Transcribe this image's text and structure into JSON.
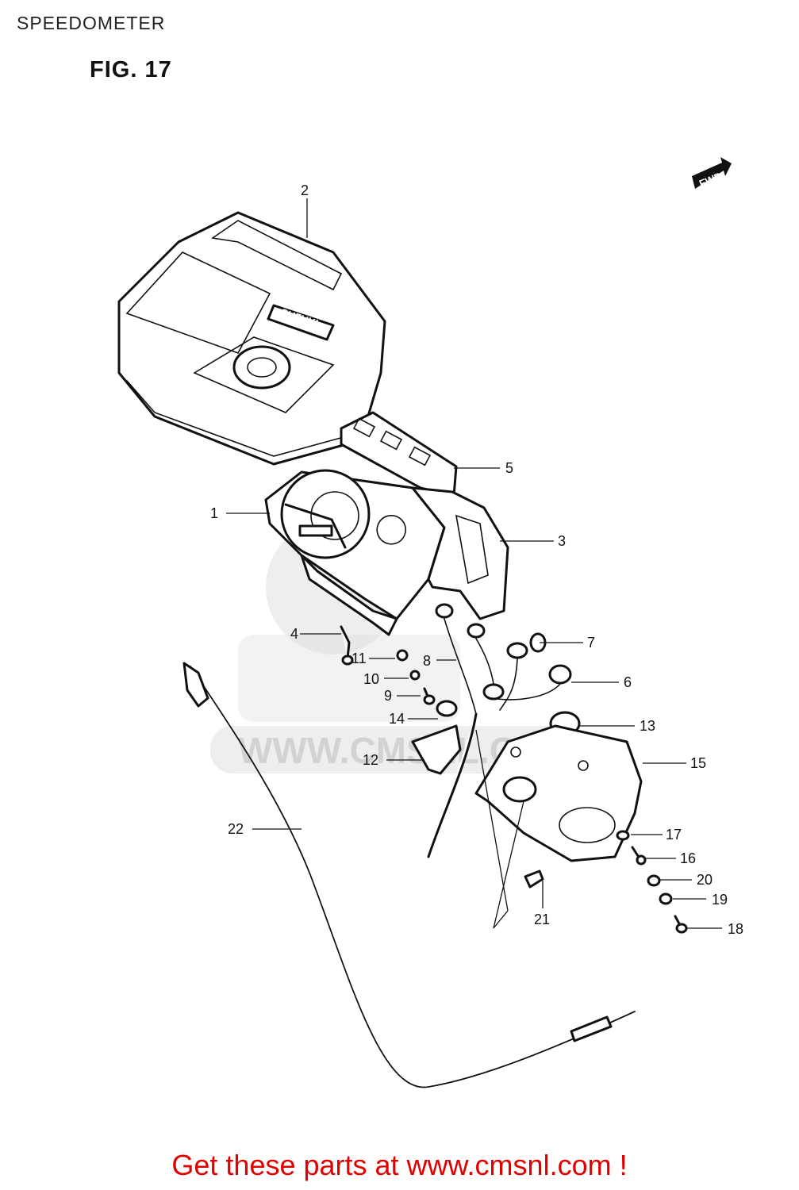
{
  "header": {
    "title": "SPEEDOMETER",
    "figure": "FIG. 17"
  },
  "direction_marker": "FWD",
  "brand_mark": "SUZUKI",
  "watermark": "WWW.CMSNL.COM",
  "callouts": [
    {
      "id": "c1",
      "label": "1"
    },
    {
      "id": "c2",
      "label": "2"
    },
    {
      "id": "c3",
      "label": "3"
    },
    {
      "id": "c4",
      "label": "4"
    },
    {
      "id": "c5",
      "label": "5"
    },
    {
      "id": "c6",
      "label": "6"
    },
    {
      "id": "c7",
      "label": "7"
    },
    {
      "id": "c8",
      "label": "8"
    },
    {
      "id": "c9",
      "label": "9"
    },
    {
      "id": "c10",
      "label": "10"
    },
    {
      "id": "c11",
      "label": "11"
    },
    {
      "id": "c12",
      "label": "12"
    },
    {
      "id": "c13",
      "label": "13"
    },
    {
      "id": "c14",
      "label": "14"
    },
    {
      "id": "c15",
      "label": "15"
    },
    {
      "id": "c16",
      "label": "16"
    },
    {
      "id": "c17",
      "label": "17"
    },
    {
      "id": "c18",
      "label": "18"
    },
    {
      "id": "c19",
      "label": "19"
    },
    {
      "id": "c20",
      "label": "20"
    },
    {
      "id": "c21",
      "label": "21"
    },
    {
      "id": "c22",
      "label": "22"
    }
  ],
  "footer": {
    "text": "Get these parts at www.cmsnl.com !",
    "color": "#e00000"
  }
}
